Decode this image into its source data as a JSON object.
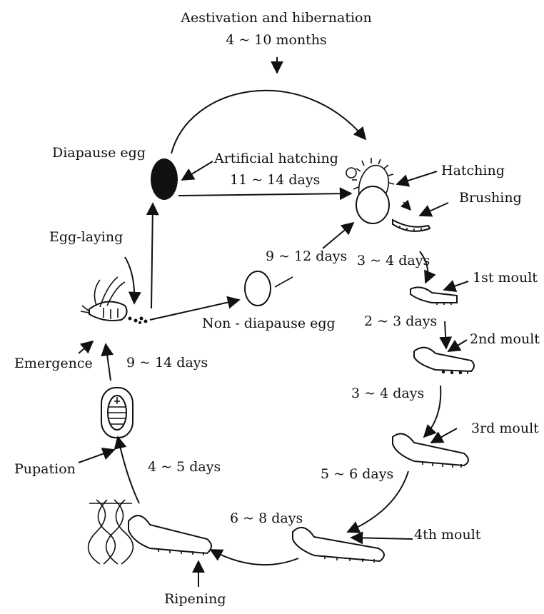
{
  "diagram": {
    "top_title_line1": "Aestivation and hibernation",
    "top_title_line2": "4 ~ 10 months",
    "labels": {
      "diapause_egg": "Diapause egg",
      "artificial_hatching": "Artificial hatching",
      "artificial_hatching_days": "11 ~ 14 days",
      "hatching": "Hatching",
      "brushing": "Brushing",
      "egg_laying": "Egg-laying",
      "nine_twelve_days": "9 ~ 12 days",
      "three_four_days_a": "3 ~ 4 days",
      "first_moult": "1st moult",
      "non_diapause_egg": "Non - diapause egg",
      "two_three_days": "2 ~ 3 days",
      "second_moult": "2nd moult",
      "emergence": "Emergence",
      "nine_fourteen_days": "9 ~ 14 days",
      "three_four_days_b": "3 ~ 4 days",
      "third_moult": "3rd moult",
      "pupation": "Pupation",
      "four_five_days": "4 ~ 5 days",
      "five_six_days": "5 ~ 6 days",
      "six_eight_days": "6 ~ 8 days",
      "fourth_moult": "4th moult",
      "ripening": "Ripening"
    }
  }
}
